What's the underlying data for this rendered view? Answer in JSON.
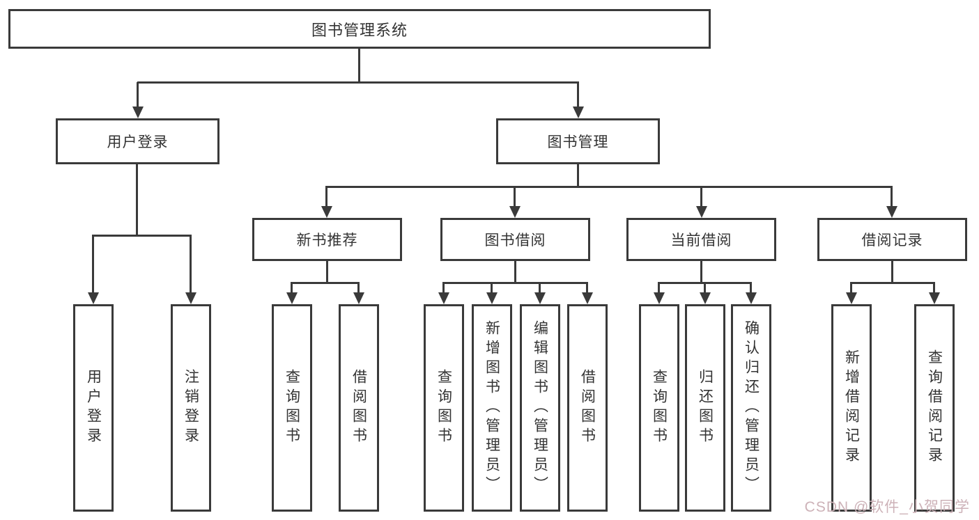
{
  "nodes": {
    "root": {
      "label": "图书管理系统"
    },
    "user_login": {
      "label": "用户登录"
    },
    "book_mgmt": {
      "label": "图书管理"
    },
    "new_book_rec": {
      "label": "新书推荐"
    },
    "book_borrow": {
      "label": "图书借阅"
    },
    "current_borrow": {
      "label": "当前借阅"
    },
    "borrow_records": {
      "label": "借阅记录"
    },
    "leaf_user_login": {
      "label": "用户登录"
    },
    "leaf_logout": {
      "label": "注销登录"
    },
    "leaf_nb_query": {
      "label": "查询图书"
    },
    "leaf_nb_borrow": {
      "label": "借阅图书"
    },
    "leaf_bb_query": {
      "label": "查询图书"
    },
    "leaf_bb_add": {
      "label": "新增图书（管理员）"
    },
    "leaf_bb_edit": {
      "label": "编辑图书（管理员）"
    },
    "leaf_bb_borrow": {
      "label": "借阅图书"
    },
    "leaf_cb_query": {
      "label": "查询图书"
    },
    "leaf_cb_return": {
      "label": "归还图书"
    },
    "leaf_cb_confirm": {
      "label": "确认归还（管理员）"
    },
    "leaf_br_add": {
      "label": "新增借阅记录"
    },
    "leaf_br_query": {
      "label": "查询借阅记录"
    }
  },
  "watermark": {
    "text": "CSDN @软件_小贺同学"
  },
  "colors": {
    "line": "#3a3a3a",
    "text": "#333333",
    "background": "#ffffff",
    "watermark": "#cdb2b8"
  }
}
